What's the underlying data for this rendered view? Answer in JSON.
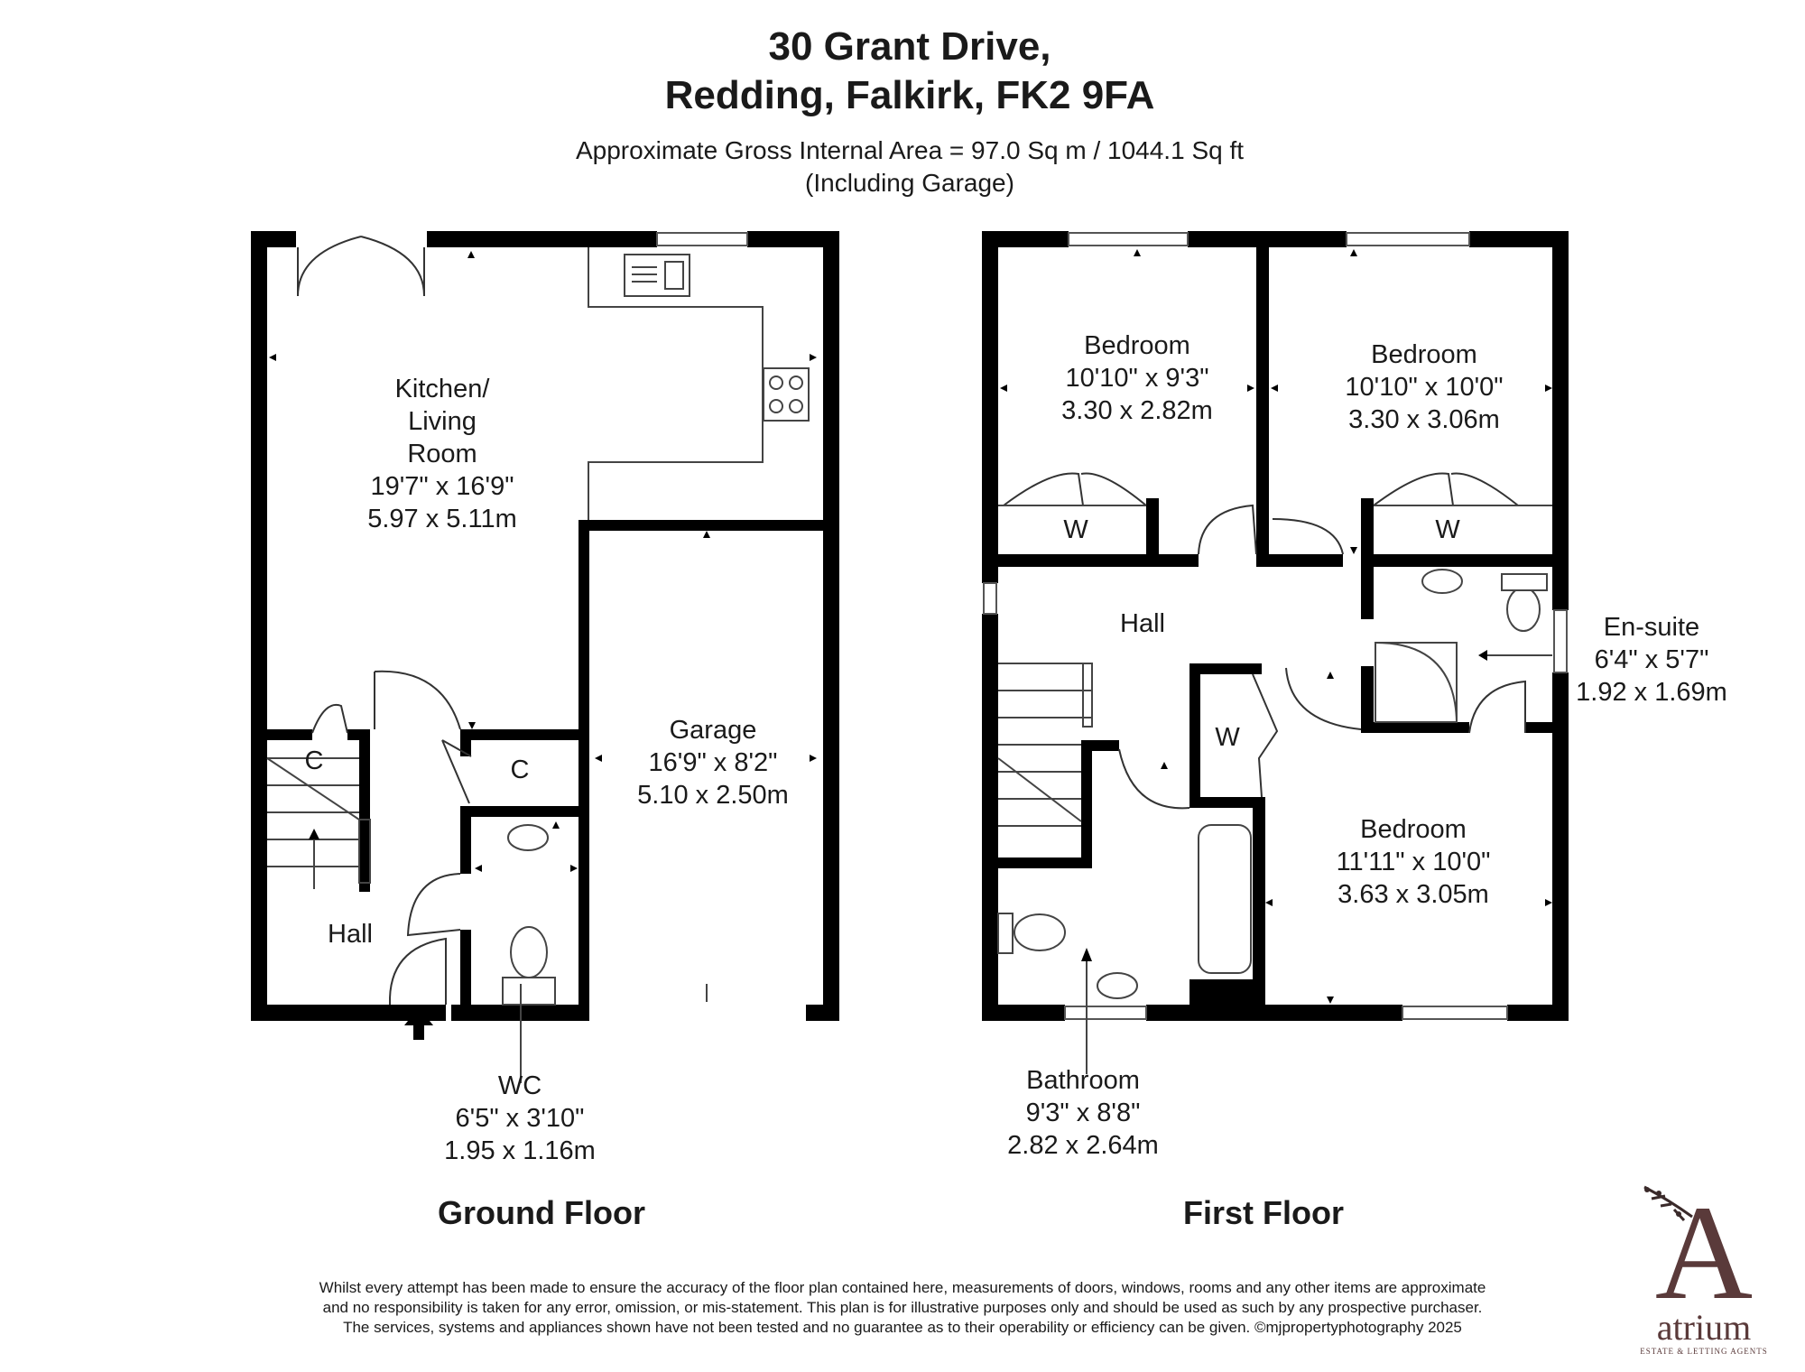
{
  "header": {
    "line1": "30 Grant Drive,",
    "line2": "Redding, Falkirk, FK2 9FA",
    "area": "Approximate Gross Internal Area = 97.0 Sq m / 1044.1 Sq ft",
    "area_note": "(Including Garage)"
  },
  "ground_floor": {
    "label": "Ground Floor",
    "kitchen": {
      "name1": "Kitchen/",
      "name2": "Living",
      "name3": "Room",
      "imperial": "19'7\" x 16'9\"",
      "metric": "5.97 x 5.11m"
    },
    "garage": {
      "name": "Garage",
      "imperial": "16'9\" x 8'2\"",
      "metric": "5.10 x 2.50m"
    },
    "cupboard_left": "C",
    "cupboard_right": "C",
    "hall": "Hall",
    "wc": {
      "name": "WC",
      "imperial": "6'5\" x 3'10\"",
      "metric": "1.95 x 1.16m"
    }
  },
  "first_floor": {
    "label": "First Floor",
    "bedroom1": {
      "name": "Bedroom",
      "imperial": "10'10\" x 9'3\"",
      "metric": "3.30 x 2.82m"
    },
    "bedroom2": {
      "name": "Bedroom",
      "imperial": "10'10\" x 10'0\"",
      "metric": "3.30 x 3.06m"
    },
    "bedroom3": {
      "name": "Bedroom",
      "imperial": "11'11\" x 10'0\"",
      "metric": "3.63 x 3.05m"
    },
    "wardrobe1": "W",
    "wardrobe2": "W",
    "wardrobe3": "W",
    "hall": "Hall",
    "ensuite": {
      "name": "En-suite",
      "imperial": "6'4\" x 5'7\"",
      "metric": "1.92 x 1.69m"
    },
    "bathroom": {
      "name": "Bathroom",
      "imperial": "9'3\" x 8'8\"",
      "metric": "2.82 x 2.64m"
    }
  },
  "disclaimer": {
    "line1": "Whilst every attempt has been made to ensure the accuracy of the floor plan contained here, measurements of doors, windows, rooms and any other items are approximate",
    "line2": "and no responsibility is taken for any error, omission, or mis-statement. This plan is for illustrative purposes only and should be used as such by any prospective purchaser.",
    "line3": "The services, systems and appliances shown have not been tested and no guarantee as to their operability or efficiency can be given. ©mjpropertyphotography 2025"
  },
  "logo": {
    "monogram": "A",
    "name": "atrium",
    "tagline": "ESTATE & LETTING AGENTS"
  },
  "colors": {
    "walls": "#000000",
    "brand": "#5a3a3a"
  }
}
